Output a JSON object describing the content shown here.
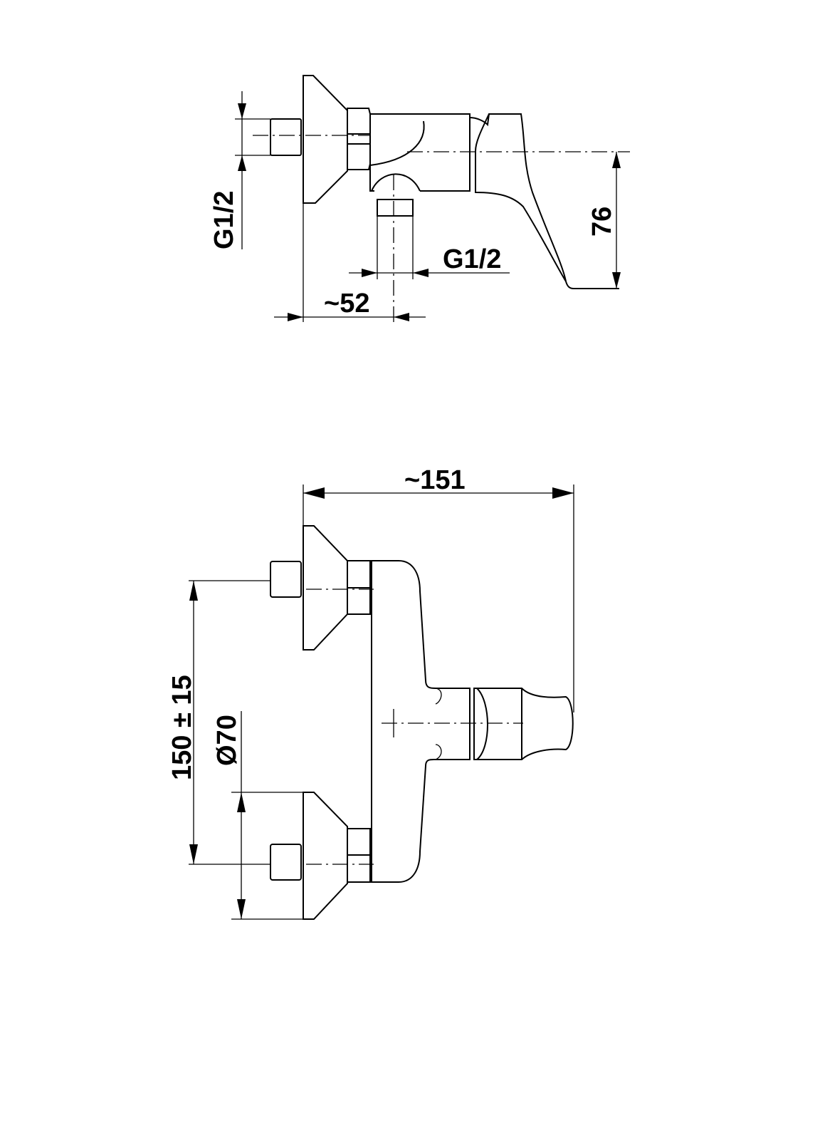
{
  "side_view": {
    "inlet_thread": "G1/2",
    "outlet_thread": "G1/2",
    "depth_to_outlet": "~52",
    "handle_height": "76"
  },
  "front_view": {
    "overall_width": "~151",
    "inlet_spacing": "150 ± 15",
    "escutcheon_diameter": "Ø70"
  }
}
